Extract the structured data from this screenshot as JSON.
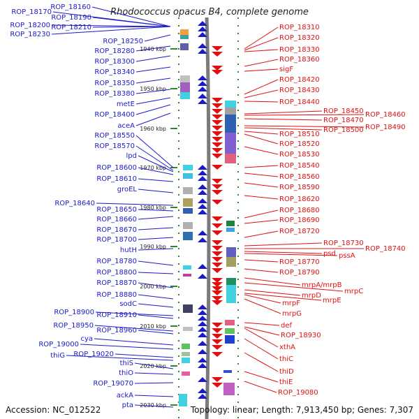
{
  "title": "Rhodococcus opacus B4, complete genome",
  "accession": "Accession: NC_012522",
  "summary": "Topology: linear; Length: 7,913,450 bp; Genes: 7,307",
  "colors": {
    "forward": "#1a1acc",
    "reverse": "#e01010",
    "axis": "#808080",
    "tick": "#2a8a2a"
  },
  "kbp_labels": [
    "1940 kbp",
    "1950 kbp",
    "1960 kbp",
    "1970 kbp",
    "1980 kbp",
    "1990 kbp",
    "2000 kbp",
    "2010 kbp",
    "2020 kbp",
    "2030 kbp"
  ],
  "left_genes": [
    "ROP_18160",
    "ROP_18170",
    "ROP_18190",
    "ROP_18200",
    "ROP_18210",
    "ROP_18230",
    "ROP_18250",
    "ROP_18280",
    "ROP_18300",
    "ROP_18340",
    "ROP_18350",
    "ROP_18380",
    "metE",
    "ROP_18400",
    "aceA",
    "ROP_18550",
    "ROP_18570",
    "lpd",
    "ROP_18600",
    "ROP_18610",
    "groEL",
    "ROP_18640",
    "ROP_18650",
    "ROP_18660",
    "ROP_18670",
    "ROP_18700",
    "hutH",
    "ROP_18780",
    "ROP_18800",
    "ROP_18870",
    "ROP_18880",
    "sodC",
    "ROP_18900",
    "ROP_18910",
    "ROP_18950",
    "ROP_18960",
    "cya",
    "ROP_19000",
    "thiG",
    "ROP_19020",
    "thiS",
    "thiO",
    "ROP_19070",
    "ackA",
    "pta"
  ],
  "right_genes": [
    "ROP_18310",
    "ROP_18320",
    "ROP_18330",
    "ROP_18360",
    "sigF",
    "ROP_18420",
    "ROP_18430",
    "ROP_18440",
    "ROP_18450",
    "ROP_18460",
    "ROP_18470",
    "ROP_18490",
    "ROP_18500",
    "ROP_18510",
    "ROP_18520",
    "ROP_18530",
    "ROP_18540",
    "ROP_18560",
    "ROP_18590",
    "ROP_18620",
    "ROP_18680",
    "ROP_18690",
    "ROP_18720",
    "ROP_18730",
    "ROP_18740",
    "psd",
    "pssA",
    "ROP_18770",
    "ROP_18790",
    "mrpA/mrpB",
    "mrpC",
    "mrpD",
    "mrpE",
    "mrpF",
    "mrpG",
    "def",
    "ROP_18930",
    "xthA",
    "thiC",
    "thiD",
    "thiE",
    "ROP_19080"
  ]
}
